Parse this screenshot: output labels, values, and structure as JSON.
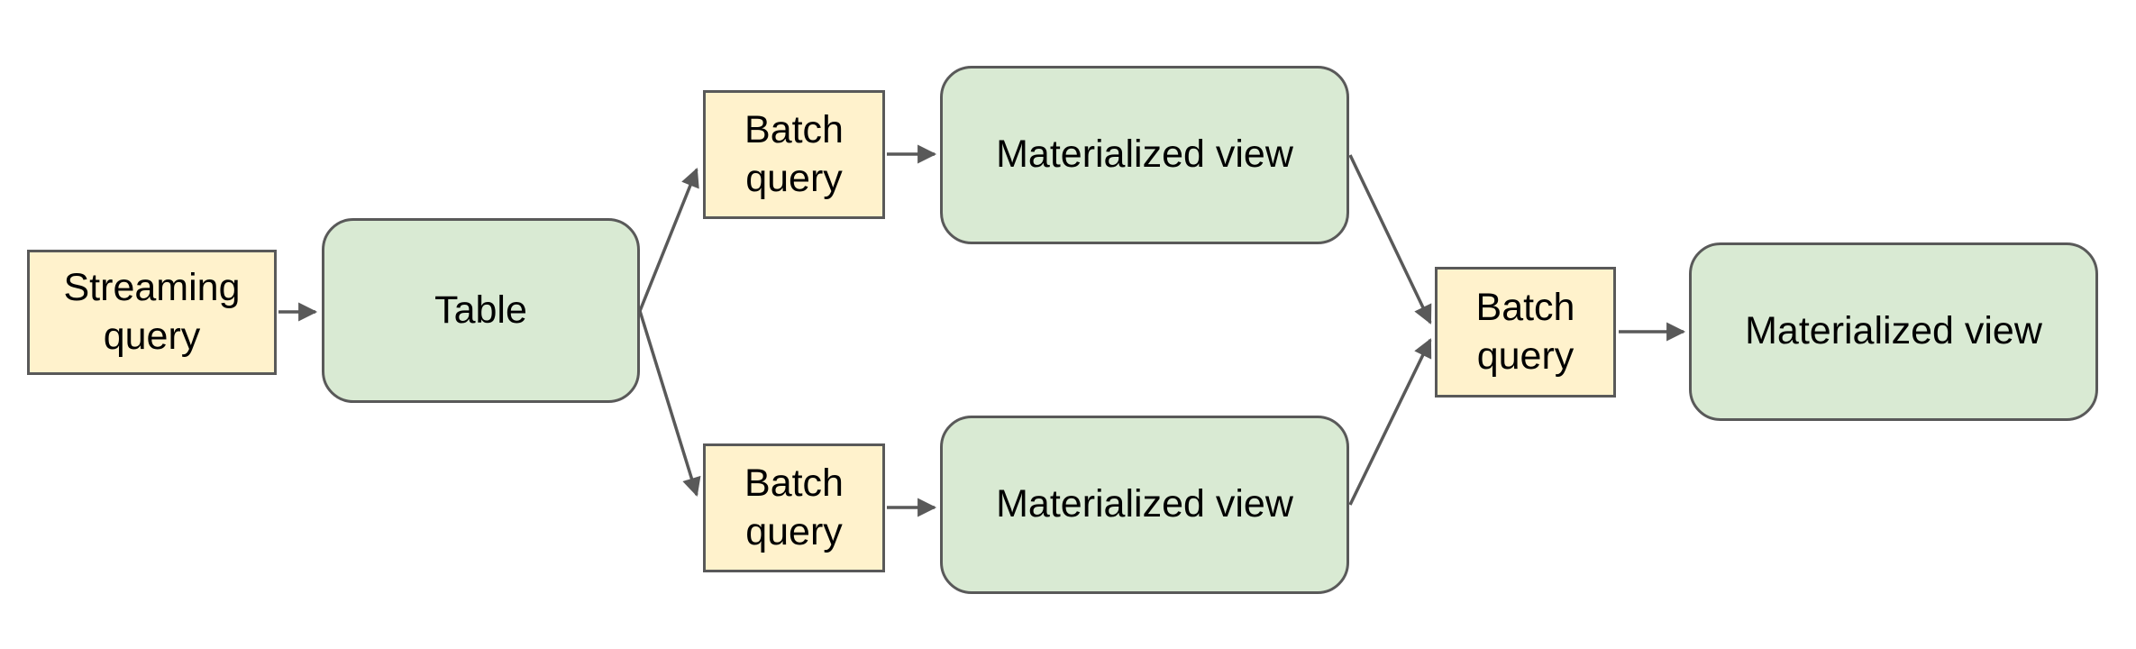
{
  "palette": {
    "query_box_fill": "#FFF2CC",
    "store_box_fill": "#D9EAD3",
    "connector_stroke": "#595959",
    "text_color": "#000000",
    "background": "#ffffff"
  },
  "diagram": {
    "nodes": [
      {
        "id": "streaming-query",
        "label": "Streaming query",
        "type": "query"
      },
      {
        "id": "table",
        "label": "Table",
        "type": "store"
      },
      {
        "id": "batch-query-top",
        "label": "Batch query",
        "type": "query"
      },
      {
        "id": "materialized-view-top",
        "label": "Materialized view",
        "type": "store"
      },
      {
        "id": "batch-query-bottom",
        "label": "Batch query",
        "type": "query"
      },
      {
        "id": "materialized-view-bottom",
        "label": "Materialized view",
        "type": "store"
      },
      {
        "id": "batch-query-right",
        "label": "Batch query",
        "type": "query"
      },
      {
        "id": "materialized-view-right",
        "label": "Materialized view",
        "type": "store"
      }
    ],
    "edges": [
      {
        "from": "streaming-query",
        "to": "table"
      },
      {
        "from": "table",
        "to": "batch-query-top"
      },
      {
        "from": "table",
        "to": "batch-query-bottom"
      },
      {
        "from": "batch-query-top",
        "to": "materialized-view-top"
      },
      {
        "from": "batch-query-bottom",
        "to": "materialized-view-bottom"
      },
      {
        "from": "materialized-view-top",
        "to": "batch-query-right"
      },
      {
        "from": "materialized-view-bottom",
        "to": "batch-query-right"
      },
      {
        "from": "batch-query-right",
        "to": "materialized-view-right"
      }
    ]
  }
}
